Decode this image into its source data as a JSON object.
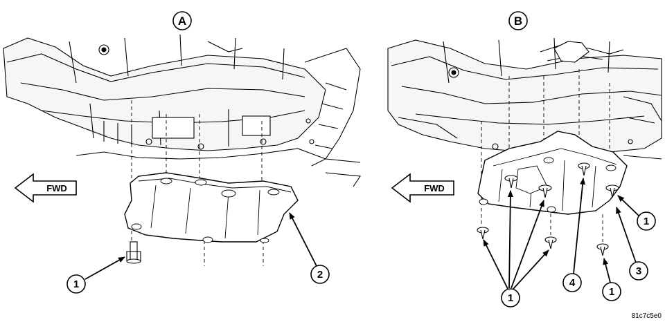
{
  "panels": [
    {
      "letter": "A",
      "fwd_label": "FWD",
      "callouts": [
        {
          "number": "1"
        },
        {
          "number": "2"
        }
      ]
    },
    {
      "letter": "B",
      "fwd_label": "FWD",
      "callouts": [
        {
          "number": "1"
        },
        {
          "number": "1"
        },
        {
          "number": "1"
        },
        {
          "number": "3"
        },
        {
          "number": "4"
        }
      ]
    }
  ],
  "figure_id": "81c7c5e0"
}
